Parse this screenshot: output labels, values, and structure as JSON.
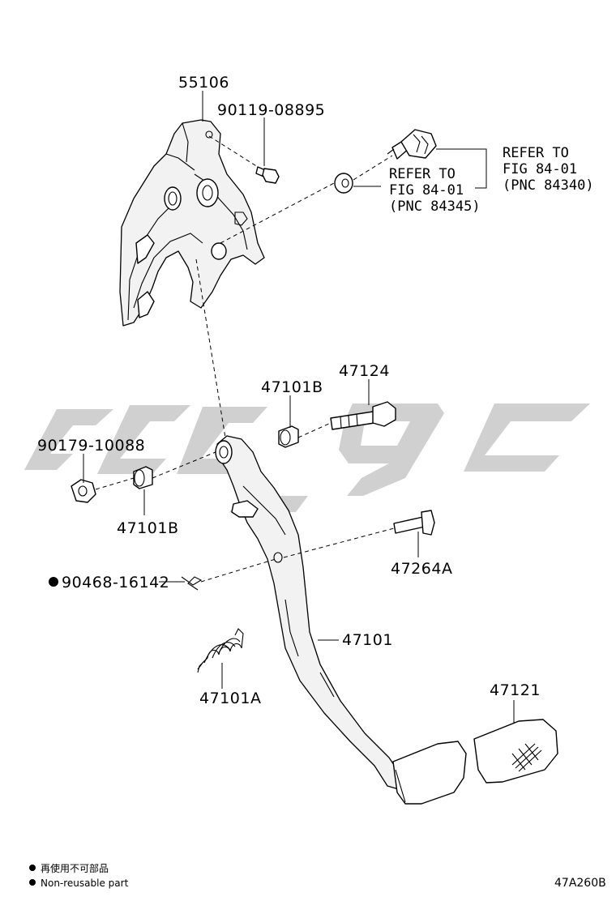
{
  "diagram": {
    "parts": [
      {
        "id": "55106",
        "label": "55106"
      },
      {
        "id": "90119-08895",
        "label": "90119-08895"
      },
      {
        "id": "ref-84340",
        "lines": [
          "REFER TO",
          "FIG 84-01",
          "(PNC 84340)"
        ]
      },
      {
        "id": "ref-84345",
        "lines": [
          "REFER TO",
          "FIG 84-01",
          "(PNC 84345)"
        ]
      },
      {
        "id": "47124",
        "label": "47124"
      },
      {
        "id": "47101B-top",
        "label": "47101B"
      },
      {
        "id": "90179-10088",
        "label": "90179-10088"
      },
      {
        "id": "47101B-bottom",
        "label": "47101B"
      },
      {
        "id": "47264A",
        "label": "47264A"
      },
      {
        "id": "90468-16142",
        "label": "90468-16142"
      },
      {
        "id": "47101",
        "label": "47101"
      },
      {
        "id": "47101A",
        "label": "47101A"
      },
      {
        "id": "47121",
        "label": "47121"
      }
    ],
    "legend": {
      "line1": "再使用不可部品",
      "line2": "Non-reusable part"
    },
    "code": "47A260B"
  }
}
